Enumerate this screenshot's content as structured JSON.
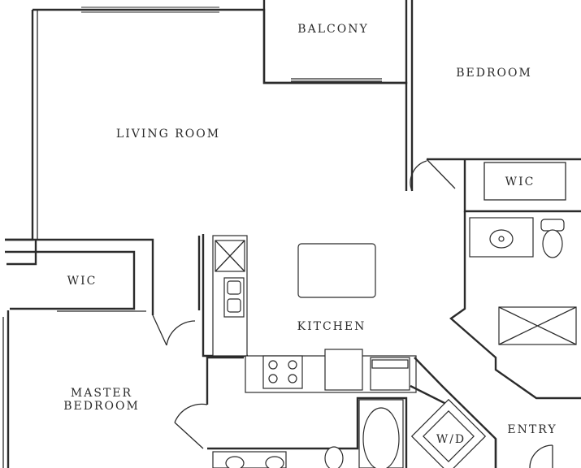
{
  "rooms": {
    "balcony": "BALCONY",
    "bedroom": "BEDROOM",
    "living_room": "LIVING ROOM",
    "wic_bedroom": "WIC",
    "wic_master": "WIC",
    "kitchen": "KITCHEN",
    "master_bedroom_line1": "MASTER",
    "master_bedroom_line2": "BEDROOM",
    "washer_dryer": "W/D",
    "entry": "ENTRY"
  }
}
